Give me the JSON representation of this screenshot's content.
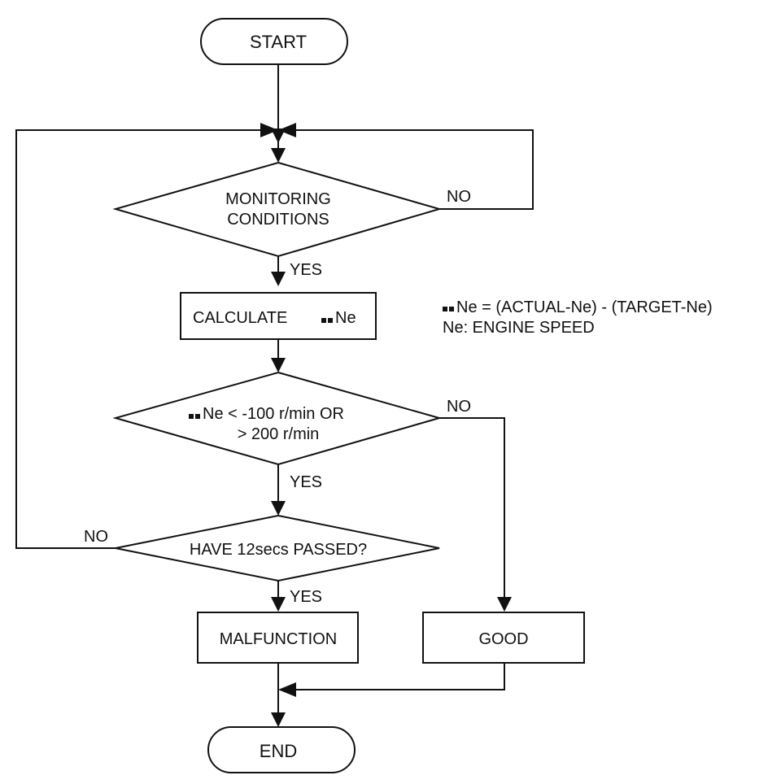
{
  "flowchart": {
    "start": "START",
    "end": "END",
    "monitoring": [
      "MONITORING",
      "CONDITIONS"
    ],
    "calculate": "CALCULATE",
    "calc_var": "Ne",
    "compare": [
      "Ne < -100 r/min OR",
      "> 200 r/min"
    ],
    "timer": "HAVE 12secs PASSED?",
    "malfunction": "MALFUNCTION",
    "good": "GOOD",
    "labels": {
      "no_monitoring": "NO",
      "yes_monitoring": "YES",
      "no_compare": "NO",
      "yes_compare": "YES",
      "no_timer": "NO",
      "yes_timer": "YES"
    }
  },
  "notes": {
    "formula": "Ne = (ACTUAL-Ne) - (TARGET-Ne)",
    "definition": "Ne: ENGINE SPEED"
  }
}
